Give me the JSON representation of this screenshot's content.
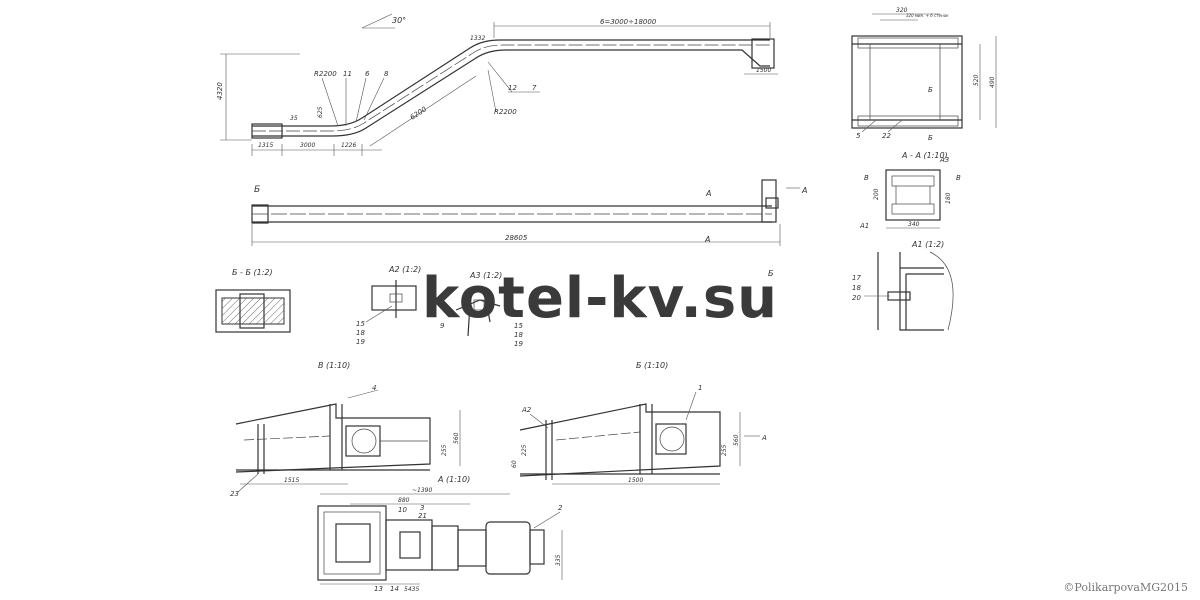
{
  "watermark": "kotel-kv.su",
  "copyright": "©PolikarpovaMG2015",
  "angle": "30°",
  "top_view": {
    "dims": {
      "span": "6=3000÷18000",
      "d1332": "1332",
      "d1500": "1500",
      "height": "4320",
      "d1315": "1315",
      "d3000": "3000",
      "d1226": "1226",
      "d6200": "6200",
      "d35": "35",
      "d625": "625"
    },
    "labels": {
      "r2200a": "R2200",
      "p11": "11",
      "p6": "6",
      "p8": "8",
      "p12": "12",
      "p7": "7",
      "r2200b": "R2200"
    }
  },
  "plan_view": {
    "length": "28605",
    "cut_b": "Б",
    "cut_a1": "А",
    "cut_a2": "А",
    "cut_a3": "А",
    "cut_b2": "Б"
  },
  "cross_section": {
    "d320a": "320",
    "d320_note": "320 мин. + 6 стенок",
    "d520": "520",
    "d490": "490",
    "p5": "5",
    "p22": "22",
    "b": "Б",
    "b2": "Б"
  },
  "section_aa": {
    "title": "А - А (1:10)",
    "a3": "А3",
    "b_left": "В",
    "b_right": "В",
    "d200": "200",
    "d180": "180",
    "d340": "340",
    "a1": "А1"
  },
  "detail_a1": {
    "title": "А1 (1:2)",
    "p17": "17",
    "p18": "18",
    "p20": "20"
  },
  "section_bb": {
    "title": "Б - Б (1:2)"
  },
  "detail_a2": {
    "title": "А2 (1:2)",
    "p15": "15",
    "p18": "18",
    "p19": "19"
  },
  "detail_a3": {
    "title": "А3 (1:2)",
    "p9": "9",
    "p15": "15",
    "p18": "18",
    "p19": "19"
  },
  "view_v": {
    "title": "В (1:10)",
    "p4": "4",
    "p23": "23",
    "d1515": "1515",
    "d560": "560",
    "d255": "255"
  },
  "view_b": {
    "title": "Б (1:10)",
    "a2": "А2",
    "p1": "1",
    "d1500": "1500",
    "d560": "560",
    "d255": "255",
    "d60": "60",
    "d225": "225",
    "a": "А"
  },
  "view_a": {
    "title": "А (1:10)",
    "d1390": "~1390",
    "d880": "880",
    "p10": "10",
    "p3": "3",
    "p21": "21",
    "p2": "2",
    "p13": "13",
    "p14": "14",
    "d5435": "5435",
    "d335": "335"
  }
}
